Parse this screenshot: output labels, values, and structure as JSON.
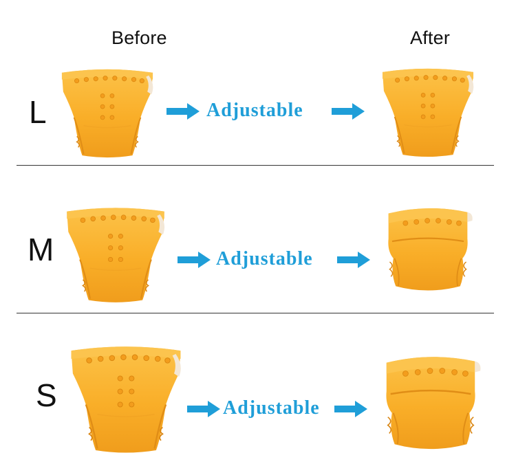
{
  "headers": {
    "before": "Before",
    "after": "After"
  },
  "rows": [
    {
      "size": "L",
      "label": "Adjustable"
    },
    {
      "size": "M",
      "label": "Adjustable"
    },
    {
      "size": "S",
      "label": "Adjustable"
    }
  ],
  "colors": {
    "diaper": "#f8ab24",
    "diaper_shadow": "#e8951a",
    "diaper_highlight": "#fcc44e",
    "accent": "#1f9ed8",
    "text": "#111111"
  }
}
